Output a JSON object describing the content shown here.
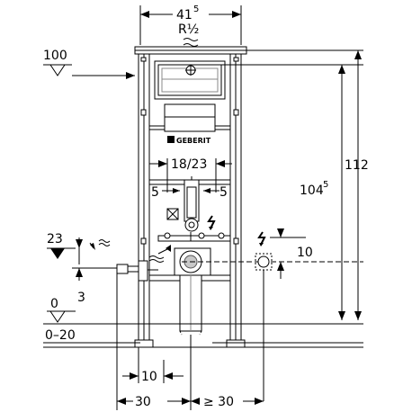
{
  "dimensions": {
    "width_label": "41",
    "width_sup": "5",
    "thread_label": "R½",
    "level_100": "100",
    "height_112": "112",
    "height_104": "104",
    "height_104_sup": "5",
    "spacing_18_23": "18/23",
    "offset_left_5": "5",
    "offset_right_5": "5",
    "level_23": "23",
    "offset_10_right": "10",
    "offset_3": "3",
    "level_0": "0",
    "level_0_20": "0–20",
    "offset_10_bottom": "10",
    "offset_30": "30",
    "offset_ge_30": "≥ 30"
  },
  "brand": {
    "logo_text": "GEBERIT"
  }
}
